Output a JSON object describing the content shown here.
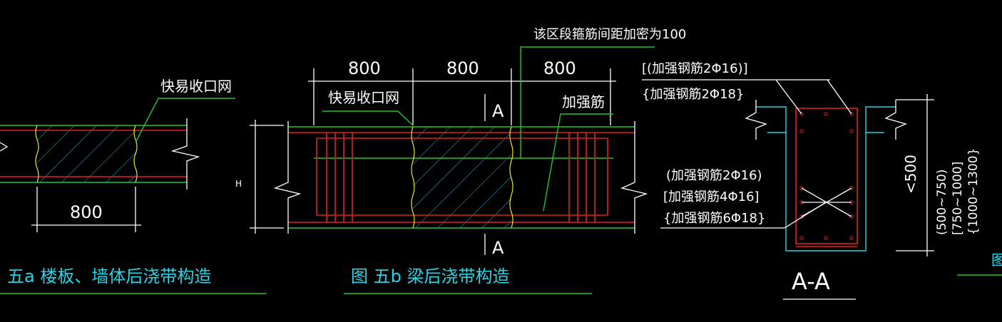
{
  "labels": {
    "mesh_left": "快易收口网",
    "dim_left": "800",
    "caption_a": "五a  楼板、墙体后浇带构造",
    "dim_b1": "800",
    "dim_b2": "800",
    "dim_b3": "800",
    "mesh_b": "快易收口网",
    "note_stirrup": "该区段箍筋间距加密为100",
    "strengthen": "加强筋",
    "section_mark_top": "A",
    "section_mark_bottom": "A",
    "height_label": "H",
    "caption_b": "图 五b  梁后浇带构造",
    "top_bar_1": "[(加强钢筋2Φ16)]",
    "top_bar_2": "{加强钢筋2Φ18}",
    "mid_bar_1": "(加强钢筋2Φ16)",
    "mid_bar_2": "[加强钢筋4Φ16]",
    "mid_bar_3": "{加强钢筋6Φ18}",
    "dim_500": "<500",
    "range_1": "(500~750)",
    "range_2": "[750~1000]",
    "range_3": "{1000~1300}",
    "section_title": "A-A",
    "edge_label": "图"
  },
  "colors": {
    "green": "#22c42a",
    "red": "#e0201e",
    "cyan": "#29d4e6",
    "white": "#ffffff",
    "yellow": "#e6e63a"
  }
}
